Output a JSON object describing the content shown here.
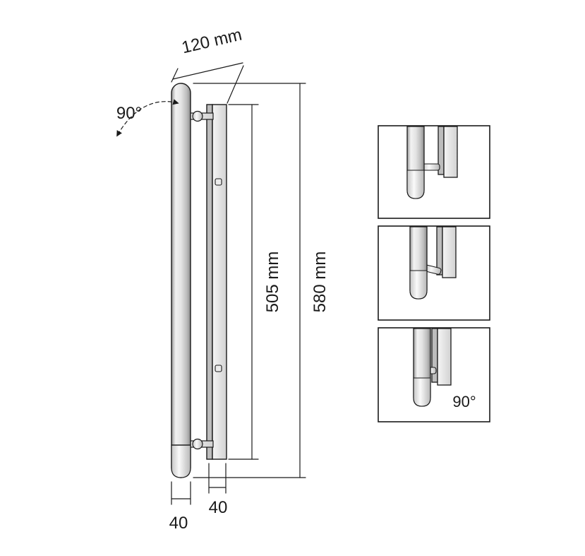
{
  "diagram": {
    "kind": "technical-dimension-drawing",
    "subject": "wall-mounted pivoting bar fixture",
    "labels": {
      "dim_depth": "120 mm",
      "angle_main": "90°",
      "dim_profile_height": "505 mm",
      "dim_total_height": "580 mm",
      "dim_bar_width": "40",
      "dim_profile_width": "40",
      "detail_angle": "90°"
    },
    "colors": {
      "line": "#1a1a1a",
      "background": "#ffffff",
      "metal_light": "#f2f2f2",
      "metal_mid": "#d2d2d2",
      "metal_dark": "#8d8d8d"
    }
  }
}
